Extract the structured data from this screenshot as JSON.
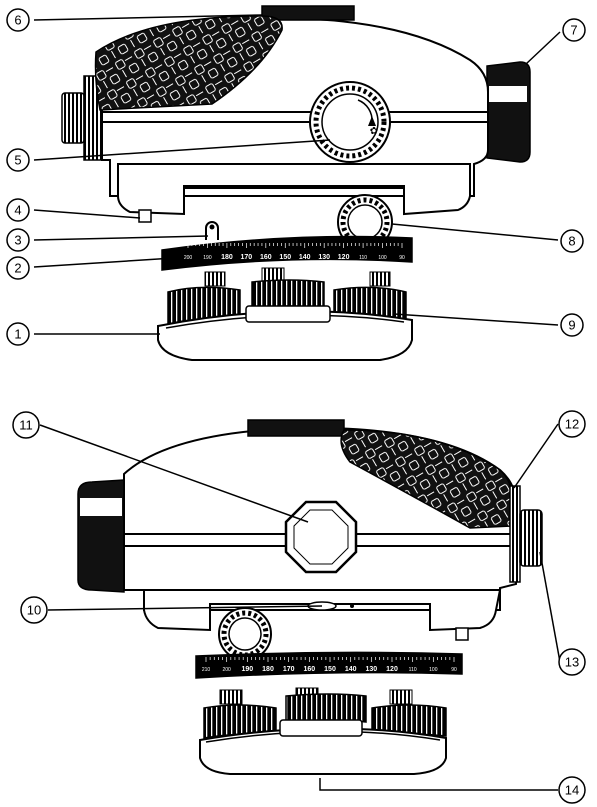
{
  "callouts": [
    "1",
    "2",
    "3",
    "4",
    "5",
    "6",
    "7",
    "8",
    "9",
    "10",
    "11",
    "12",
    "13",
    "14"
  ],
  "scale_top": [
    "200",
    "190",
    "180",
    "170",
    "160",
    "150",
    "140",
    "130",
    "120",
    "110",
    "100",
    "90"
  ],
  "scale_bottom": [
    "210",
    "200",
    "190",
    "180",
    "170",
    "160",
    "150",
    "140",
    "130",
    "120",
    "110",
    "100",
    "90"
  ],
  "colors": {
    "ink": "#000000",
    "paper": "#ffffff"
  },
  "icons": {
    "top_focus_knob_symbol": "flower-icon"
  }
}
